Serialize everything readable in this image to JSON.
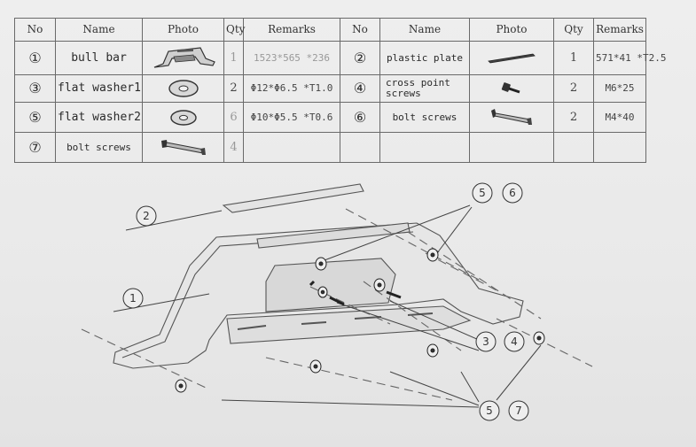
{
  "table": {
    "headers": [
      "No",
      "Name",
      "Photo",
      "Qty",
      "Remarks",
      "No",
      "Name",
      "Photo",
      "Qty",
      "Remarks"
    ],
    "rows": [
      {
        "left": {
          "no": "①",
          "name": "bull bar",
          "qty": "1",
          "remarks": "1523*565 *236"
        },
        "right": {
          "no": "②",
          "name": "plastic plate",
          "qty": "1",
          "remarks": "571*41 *T2.5"
        }
      },
      {
        "left": {
          "no": "③",
          "name": "flat washer1",
          "qty": "2",
          "remarks": "Φ12*Φ6.5 *T1.0"
        },
        "right": {
          "no": "④",
          "name": "cross point screws",
          "qty": "2",
          "remarks": "M6*25"
        }
      },
      {
        "left": {
          "no": "⑤",
          "name": "flat washer2",
          "qty": "6",
          "remarks": "Φ10*Φ5.5 *T0.6"
        },
        "right": {
          "no": "⑥",
          "name": "bolt screws",
          "qty": "2",
          "remarks": "M4*40"
        }
      },
      {
        "left": {
          "no": "⑦",
          "name": "bolt screws",
          "qty": "4",
          "remarks": ""
        },
        "right": {
          "no": "",
          "name": "",
          "qty": "",
          "remarks": ""
        }
      }
    ]
  },
  "diagram": {
    "callouts": {
      "c1": "1",
      "c2": "2",
      "c3": "3",
      "c4": "4",
      "c5a": "5",
      "c6": "6",
      "c5b": "5",
      "c7": "7"
    }
  },
  "colors": {
    "ink": "#2a2a2a",
    "paper": "#ececec",
    "line": "#555555"
  },
  "icons": [
    "bull-bar-icon",
    "plastic-plate-icon",
    "washer-icon",
    "screw-icon",
    "bolt-icon"
  ]
}
